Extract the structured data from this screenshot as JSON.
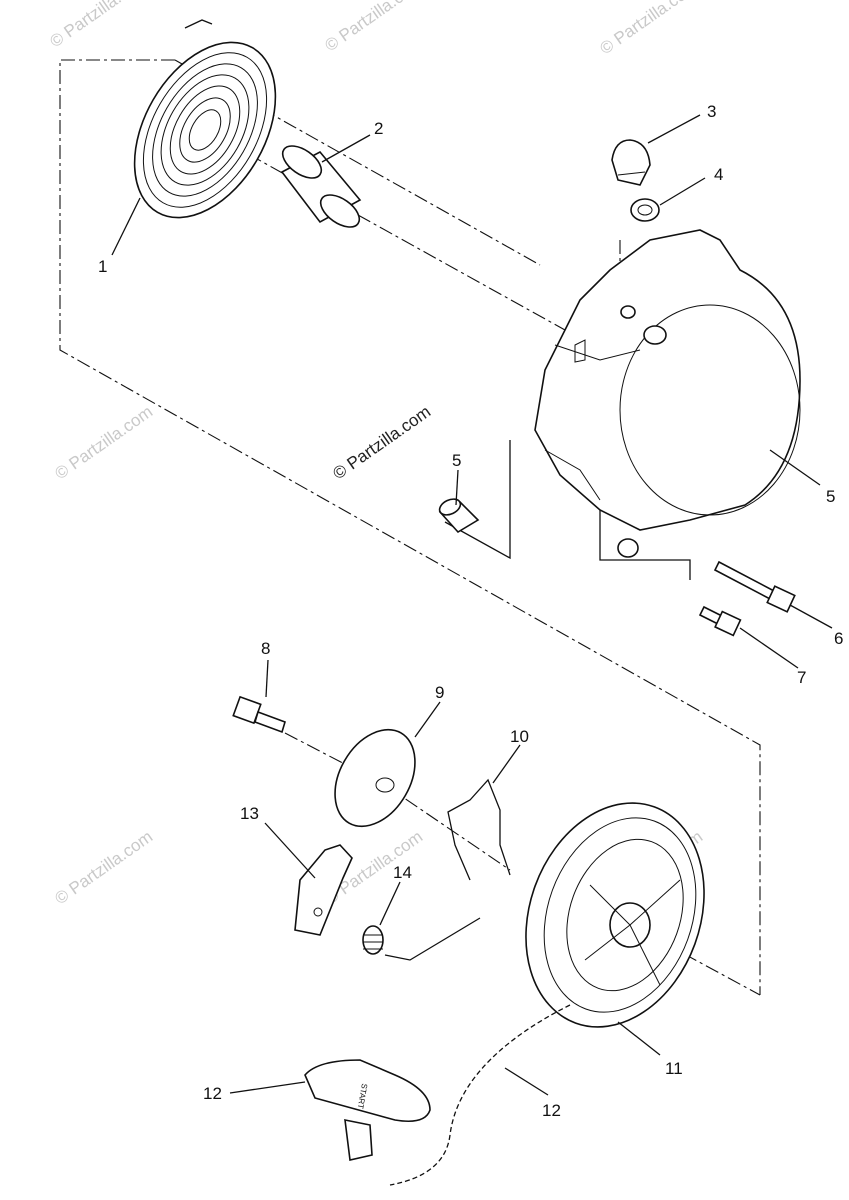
{
  "watermark": {
    "text": "© Partzilla.com",
    "faint_color": "#c9c9c9",
    "center_color": "#222222"
  },
  "callouts": {
    "c1": "1",
    "c2": "2",
    "c3": "3",
    "c4": "4",
    "c5a": "5",
    "c5b": "5",
    "c6": "6",
    "c7": "7",
    "c8": "8",
    "c9": "9",
    "c10": "10",
    "c11": "11",
    "c12a": "12",
    "c12b": "12",
    "c13": "13",
    "c14": "14"
  },
  "handle_lettering": "START"
}
